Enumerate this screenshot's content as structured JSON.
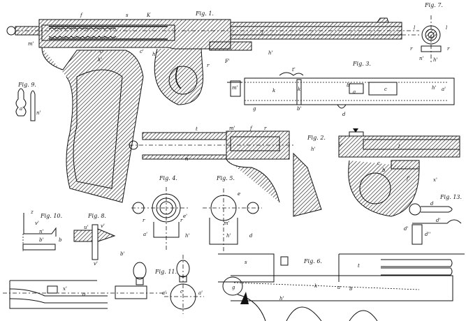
{
  "figures": {
    "fig1": {
      "title": "Fig. 1.",
      "labels": [
        "f",
        "s",
        "K",
        "m'",
        "k'",
        "c",
        "c'",
        "h'",
        "r",
        "F'",
        "l",
        "h'",
        "a'"
      ]
    },
    "fig2": {
      "title": "Fig. 2.",
      "labels": [
        "t",
        "m'",
        "f",
        "r",
        "h'",
        "n",
        "v'",
        "o",
        "u",
        "c",
        "b",
        "l",
        "f'",
        "x'"
      ]
    },
    "fig3": {
      "title": "Fig. 3.",
      "labels": [
        "t'",
        "m'",
        "g",
        "k",
        "k",
        "b'",
        "h'",
        "b'",
        "a",
        "c",
        "d",
        "d'",
        "x",
        "h'",
        "a'",
        "d"
      ]
    },
    "fig4": {
      "title": "Fig. 4.",
      "labels": [
        "r",
        "r",
        "a'",
        "e'",
        "b'",
        "h'"
      ]
    },
    "fig5": {
      "title": "Fig. 5.",
      "labels": [
        "e",
        "m'",
        "h'",
        "d"
      ]
    },
    "fig6": {
      "title": "Fig. 6.",
      "labels": [
        "s",
        "t",
        "g",
        "h'",
        "k",
        "a",
        "b"
      ]
    },
    "fig7": {
      "title": "Fig. 7.",
      "labels": [
        "l",
        "l",
        "r",
        "r",
        "n'",
        "h'"
      ]
    },
    "fig8": {
      "title": "Fig. 8.",
      "labels": [
        "u'",
        "v'",
        "v'",
        "b'"
      ]
    },
    "fig9": {
      "title": "Fig. 9.",
      "labels": [
        "a'",
        "n'"
      ]
    },
    "fig10": {
      "title": "Fig. 10.",
      "labels": [
        "z",
        "v'",
        "n'",
        "b'",
        "b"
      ]
    },
    "fig11": {
      "title": "Fig. 11.",
      "labels": [
        "a'",
        "c",
        "a'"
      ]
    },
    "fig12": {
      "title": "Fig. 12.",
      "labels": [
        "x'",
        "o"
      ]
    },
    "fig13": {
      "title": "Fig. 13.",
      "labels": [
        "d",
        "d'",
        "d'",
        "d''"
      ]
    }
  }
}
